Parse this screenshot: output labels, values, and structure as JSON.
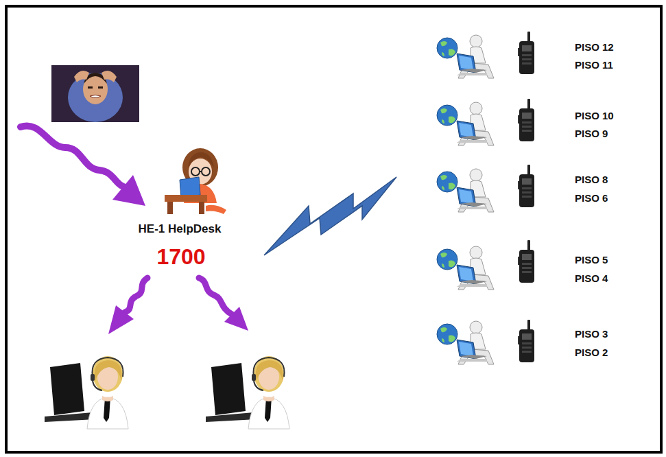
{
  "diagram": {
    "labels": [
      "HE-1 HelpDesk",
      "1700",
      "PISO 12",
      "PISO 11",
      "PISO 10",
      "PISO 9",
      "PISO 8",
      "PISO 6",
      "PISO 5",
      "PISO 4",
      "PISO 3",
      "PISO 2"
    ]
  }
}
